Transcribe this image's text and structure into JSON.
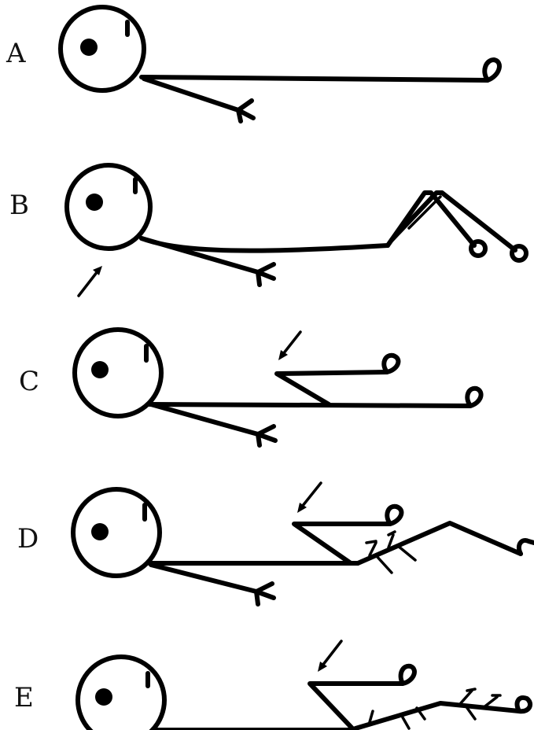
{
  "figure": {
    "panels": [
      {
        "label": "A"
      },
      {
        "label": "B"
      },
      {
        "label": "C"
      },
      {
        "label": "D"
      },
      {
        "label": "E"
      }
    ]
  }
}
